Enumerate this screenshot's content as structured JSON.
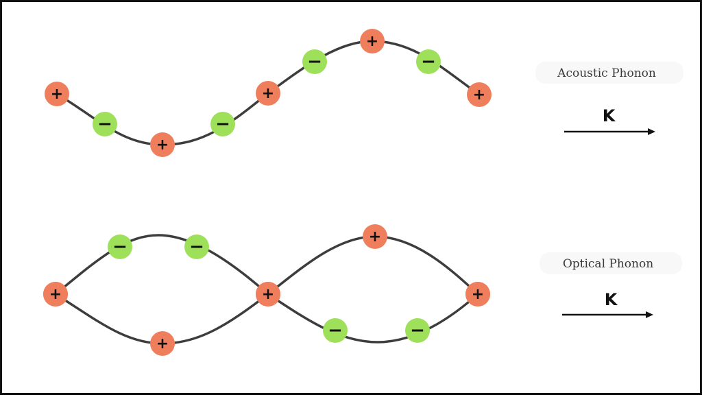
{
  "colors": {
    "positive": "#ef7f5c",
    "negative": "#9ee05a",
    "wave": "#3d3d3d",
    "text": "#3a3a3a"
  },
  "acoustic": {
    "label": "Acoustic Phonon",
    "k_label": "K",
    "arrow_icon": "right-arrow-icon",
    "charges": [
      "+",
      "−",
      "+",
      "−",
      "+",
      "−",
      "+",
      "−",
      "+"
    ]
  },
  "optical": {
    "label": "Optical Phonon",
    "k_label": "K",
    "arrow_icon": "right-arrow-icon",
    "upper_chain": [
      "+",
      "−",
      "−",
      "+",
      "+",
      "+"
    ],
    "lower_chain": [
      "+",
      "+",
      "+",
      "−",
      "−",
      "+"
    ]
  }
}
